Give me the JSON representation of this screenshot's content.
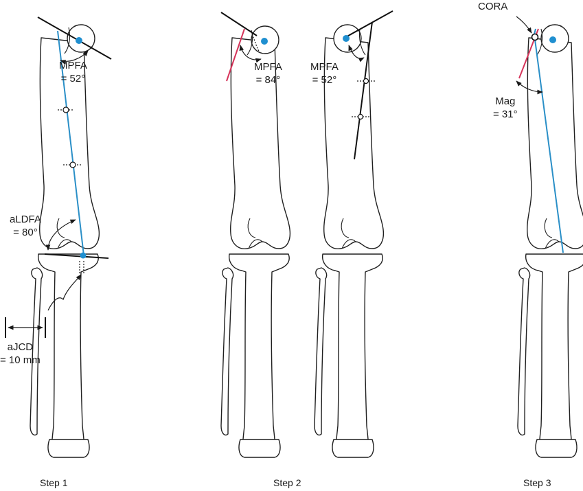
{
  "labels": {
    "mpfa_step1": [
      "MPFA",
      "= 52°"
    ],
    "aldfa": [
      "aLDFA",
      "= 80°"
    ],
    "ajcd": [
      "aJCD",
      "= 10 mm"
    ],
    "mpfa_step2a": [
      "MPFA",
      "= 84°"
    ],
    "mpfa_step2b": [
      "MPFA",
      "= 52°"
    ],
    "cora": "CORA",
    "mag": [
      "Mag",
      "= 31°"
    ]
  },
  "steps": [
    "Step 1",
    "Step 2",
    "Step 3"
  ],
  "colors": {
    "mechanical_axis": "#2a8fc7",
    "deformity_axis": "#d6345a",
    "reference_line": "#111111",
    "center_point": "#1f8fd0"
  }
}
